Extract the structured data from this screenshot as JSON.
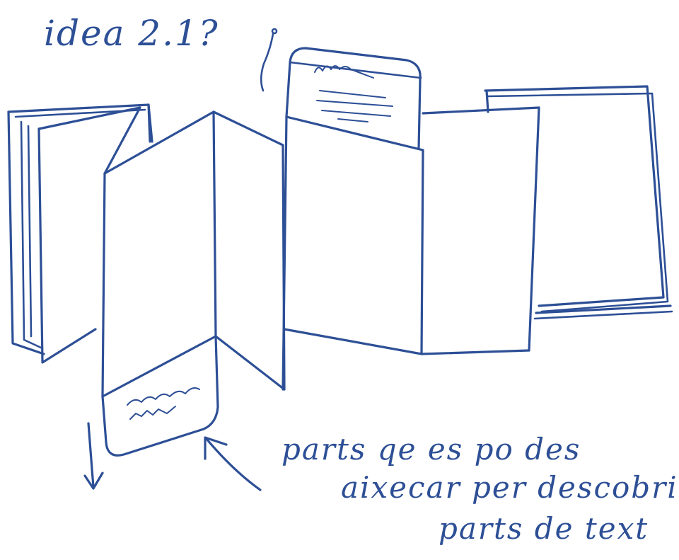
{
  "title": "idea 2.1?",
  "note": {
    "line1": "parts qe es po des",
    "line2": "aixecar per descobrir",
    "line3": "parts de text"
  },
  "ink_color": "#2d4f96"
}
